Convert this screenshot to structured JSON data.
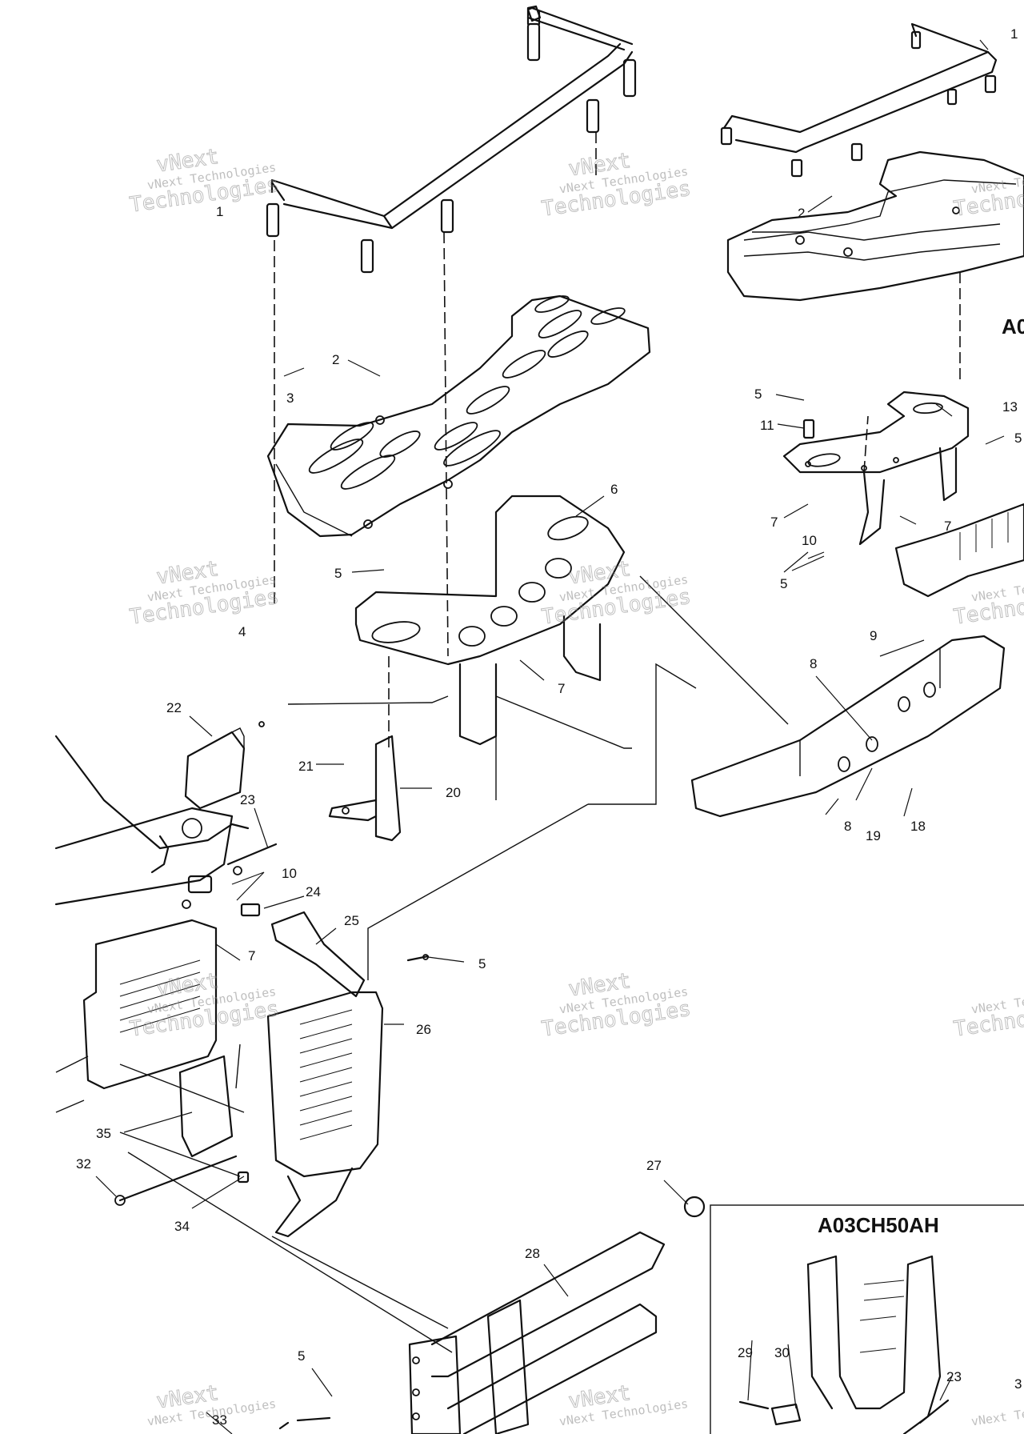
{
  "inset": {
    "code": "A03CH50AH",
    "partial_code": "A0"
  },
  "watermark": {
    "line1": "vNext Technologies",
    "line2": "Technologies",
    "line3": "vNext"
  },
  "callouts": [
    "1",
    "2",
    "3",
    "4",
    "5",
    "6",
    "7",
    "20",
    "21",
    "22",
    "23",
    "10",
    "24",
    "25",
    "5",
    "26",
    "7",
    "35",
    "32",
    "34",
    "27",
    "28",
    "5",
    "33",
    "8",
    "9",
    "18",
    "19",
    "8",
    "1",
    "2",
    "5",
    "11",
    "13",
    "7",
    "7",
    "10",
    "5",
    "29",
    "30",
    "23",
    "5",
    "3"
  ]
}
